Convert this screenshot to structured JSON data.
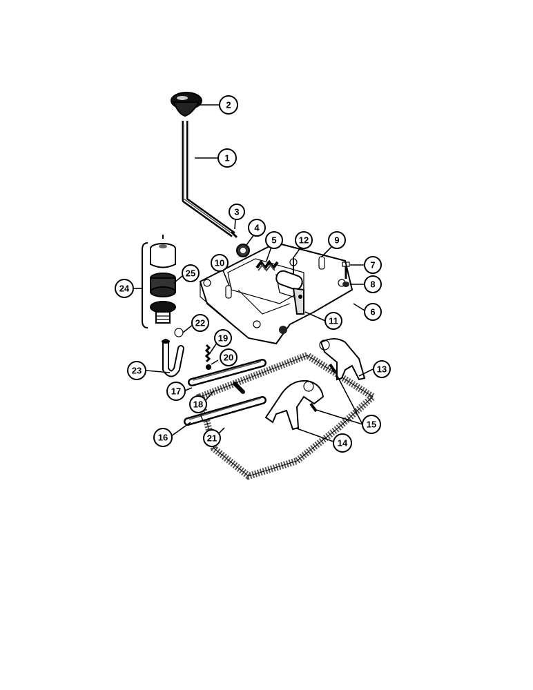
{
  "diagram": {
    "colors": {
      "ink": "#000000",
      "paper": "#ffffff",
      "shade": "#6b6b6b",
      "gasket": "#8a8a8a"
    },
    "callouts": [
      {
        "key": "c1",
        "label": "1"
      },
      {
        "key": "c2",
        "label": "2"
      },
      {
        "key": "c3",
        "label": "3"
      },
      {
        "key": "c4",
        "label": "4"
      },
      {
        "key": "c5",
        "label": "5"
      },
      {
        "key": "c6",
        "label": "6"
      },
      {
        "key": "c7",
        "label": "7"
      },
      {
        "key": "c8",
        "label": "8"
      },
      {
        "key": "c9",
        "label": "9"
      },
      {
        "key": "c10",
        "label": "10"
      },
      {
        "key": "c11",
        "label": "11"
      },
      {
        "key": "c12",
        "label": "12"
      },
      {
        "key": "c13",
        "label": "13"
      },
      {
        "key": "c14",
        "label": "14"
      },
      {
        "key": "c15",
        "label": "15"
      },
      {
        "key": "c16",
        "label": "16"
      },
      {
        "key": "c17",
        "label": "17"
      },
      {
        "key": "c18",
        "label": "18"
      },
      {
        "key": "c19",
        "label": "19"
      },
      {
        "key": "c20",
        "label": "20"
      },
      {
        "key": "c21",
        "label": "21"
      },
      {
        "key": "c22",
        "label": "22"
      },
      {
        "key": "c23",
        "label": "23"
      },
      {
        "key": "c24",
        "label": "24"
      },
      {
        "key": "c25",
        "label": "25"
      }
    ]
  }
}
